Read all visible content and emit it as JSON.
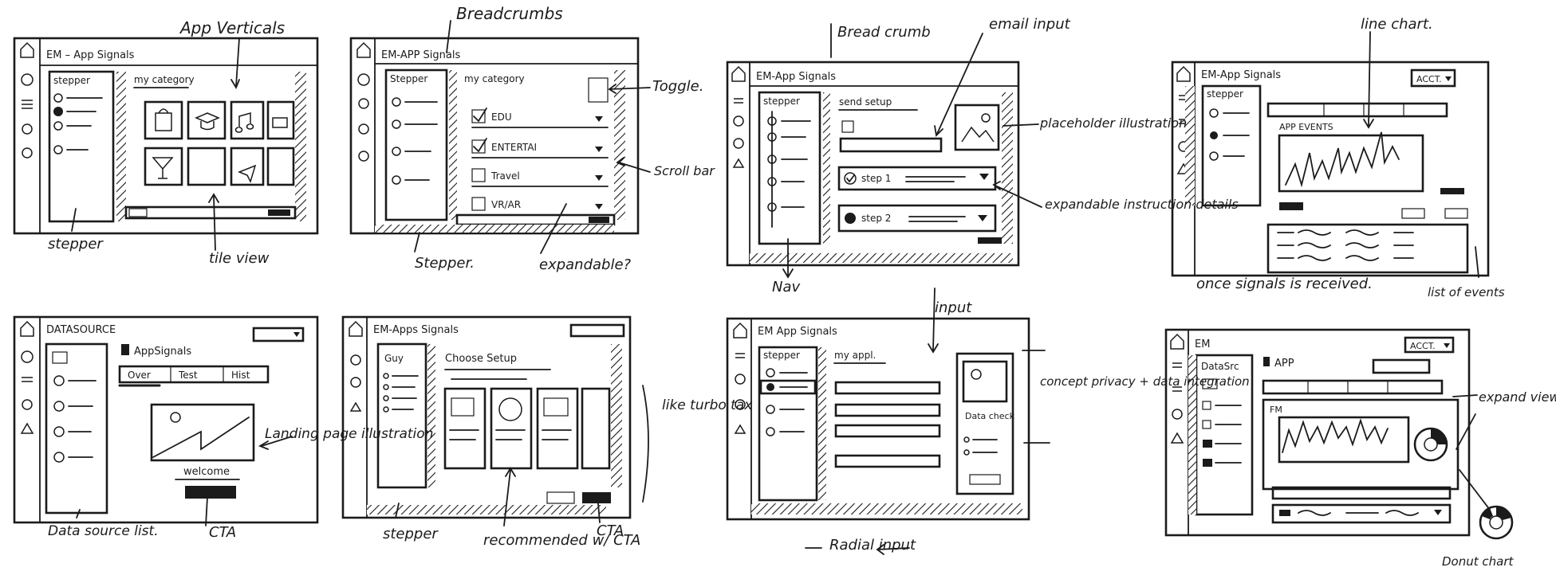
{
  "wire1": {
    "title": "EM – App Signals",
    "stepper_label": "stepper",
    "category": "my category"
  },
  "wire2": {
    "title": "EM-APP Signals",
    "stepper_label": "Stepper",
    "category": "my category",
    "rows": [
      "EDU",
      "ENTERTAI",
      "Travel",
      "VR/AR"
    ]
  },
  "wire3": {
    "title": "EM-App Signals",
    "stepper_label": "stepper",
    "setup": "send setup",
    "step1": "step 1",
    "step2": "step 2"
  },
  "wire4": {
    "title": "EM-App Signals",
    "stepper_label": "stepper",
    "dropdown": "ACCT.",
    "events": "APP EVENTS"
  },
  "wire5": {
    "title": "DATASOURCE",
    "app": "AppSignals",
    "tabs": [
      "Over",
      "Test",
      "Hist"
    ],
    "welcome": "welcome"
  },
  "wire6": {
    "title": "EM-Apps Signals",
    "side": "Guy",
    "choose": "Choose Setup"
  },
  "wire7": {
    "title": "EM App Signals",
    "stepper_label": "stepper",
    "app": "my appl.",
    "side_label": "Data check"
  },
  "wire8": {
    "title": "EM",
    "datasource": "DataSrc",
    "app": "APP",
    "dropdown": "ACCT.",
    "chart_label": "FM"
  },
  "annotations": {
    "app_verticals": "App Verticals",
    "breadcrumbs_1": "Breadcrumbs",
    "toggle": "Toggle.",
    "scroll_bar": "Scroll bar",
    "stepper_1": "stepper",
    "tile_view": "tile view",
    "stepper_2": "Stepper.",
    "expandable": "expandable?",
    "breadcrumbs_2": "Bread crumb",
    "email_input": "email input",
    "placeholder": "placeholder illustration",
    "expandable_details": "expandable instruction details",
    "nav": "Nav",
    "line_chart": "line chart.",
    "once_signals": "once signals is received.",
    "list_events": "list of events",
    "data_source_list": "Data source list.",
    "cta_1": "CTA",
    "landing": "Landing page illustration",
    "stepper_3": "stepper",
    "recommended": "recommended w/ CTA",
    "cta_2": "CTA",
    "like_turbo": "like turbo tax",
    "input": "input",
    "concept_privacy": "concept privacy + data integration",
    "radial_input": "Radial input",
    "expand_view": "expand view",
    "donut_chart": "Donut chart"
  }
}
